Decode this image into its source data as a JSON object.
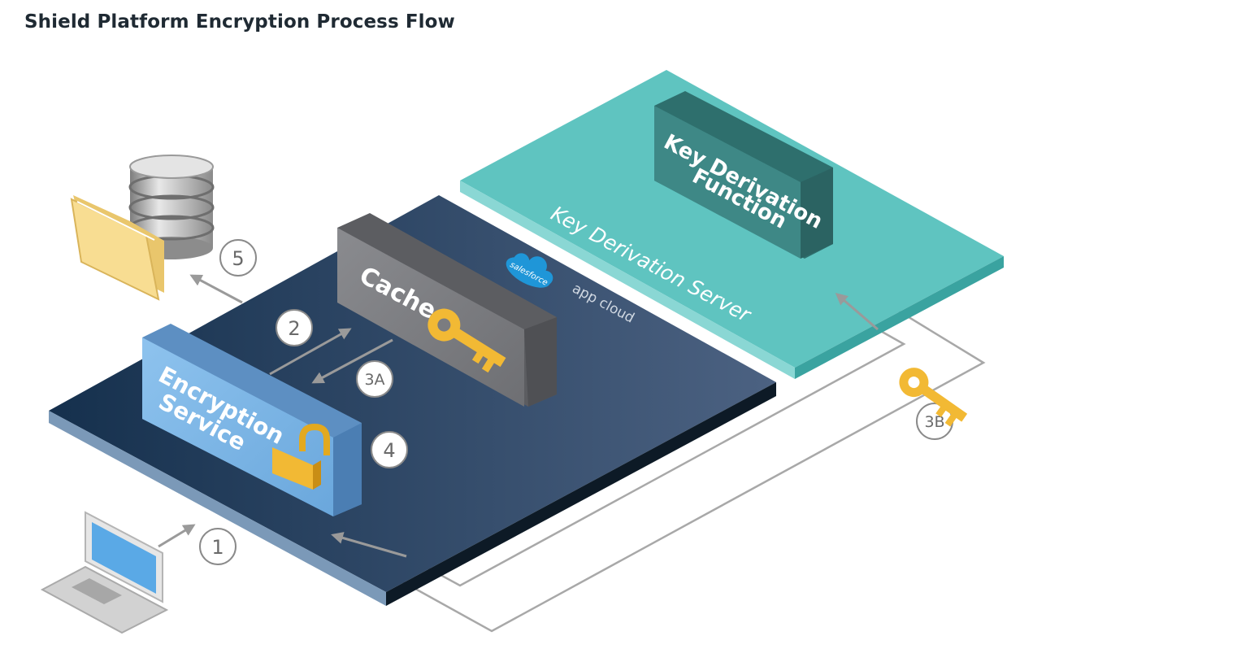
{
  "title": "Shield Platform Encryption Process Flow",
  "nodes": {
    "encryption_service": {
      "line1": "Encryption",
      "line2": "Service"
    },
    "cache": {
      "label": "Cache"
    },
    "kdf_box": {
      "line1": "Key Derivation",
      "line2": "Function"
    },
    "kds_platform": {
      "label": "Key Derivation Server"
    },
    "app_cloud": {
      "badge": "salesforce",
      "label": "app cloud"
    }
  },
  "steps": {
    "s1": "1",
    "s2": "2",
    "s3a": "3A",
    "s3b": "3B",
    "s4": "4",
    "s5": "5"
  },
  "icons": [
    "laptop-icon",
    "database-icon",
    "folder-icon",
    "key-icon",
    "unlocked-padlock-icon",
    "cloud-icon"
  ],
  "colors": {
    "dark_platform": "#2f4a63",
    "teal_platform": "#5cc3bf",
    "encryption_box": "#7fb6e6",
    "cache_box": "#7b7c80",
    "kdf_box": "#3b8280",
    "key": "#f2b934",
    "arrow": "#9a9a9a"
  }
}
